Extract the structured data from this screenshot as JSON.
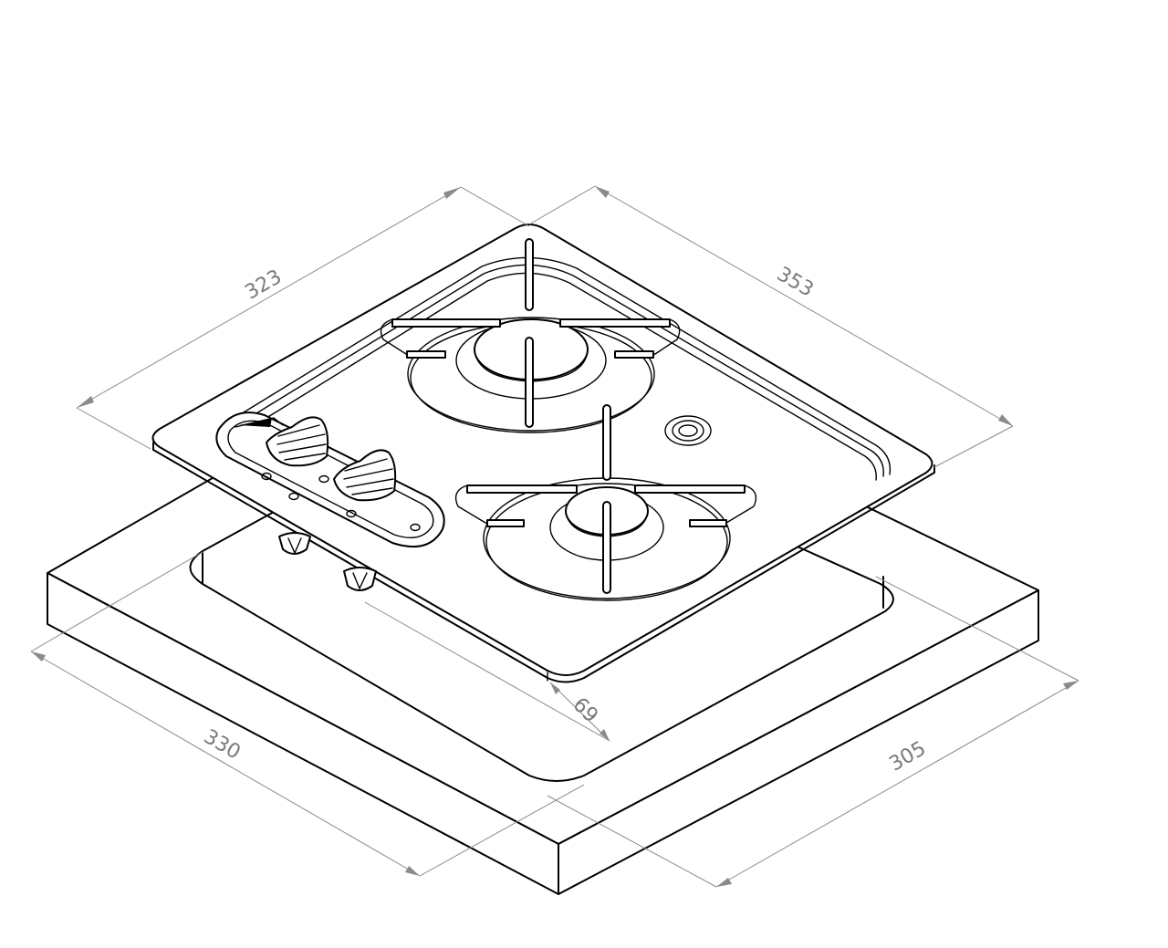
{
  "drawing": {
    "subject": "Two-burner gas hob with cut-out in worktop, isometric view",
    "colors": {
      "line": "#000000",
      "dimension": "#8a8a8a",
      "background": "#ffffff"
    }
  },
  "dimensions": {
    "hob_depth": "323",
    "hob_width": "353",
    "hob_height": "69",
    "cutout_width": "330",
    "cutout_depth": "305"
  },
  "components": {
    "burners": [
      "rear burner",
      "front burner"
    ],
    "control_knobs": 2,
    "ignition_button": 1,
    "worktop_cutout": 1
  }
}
